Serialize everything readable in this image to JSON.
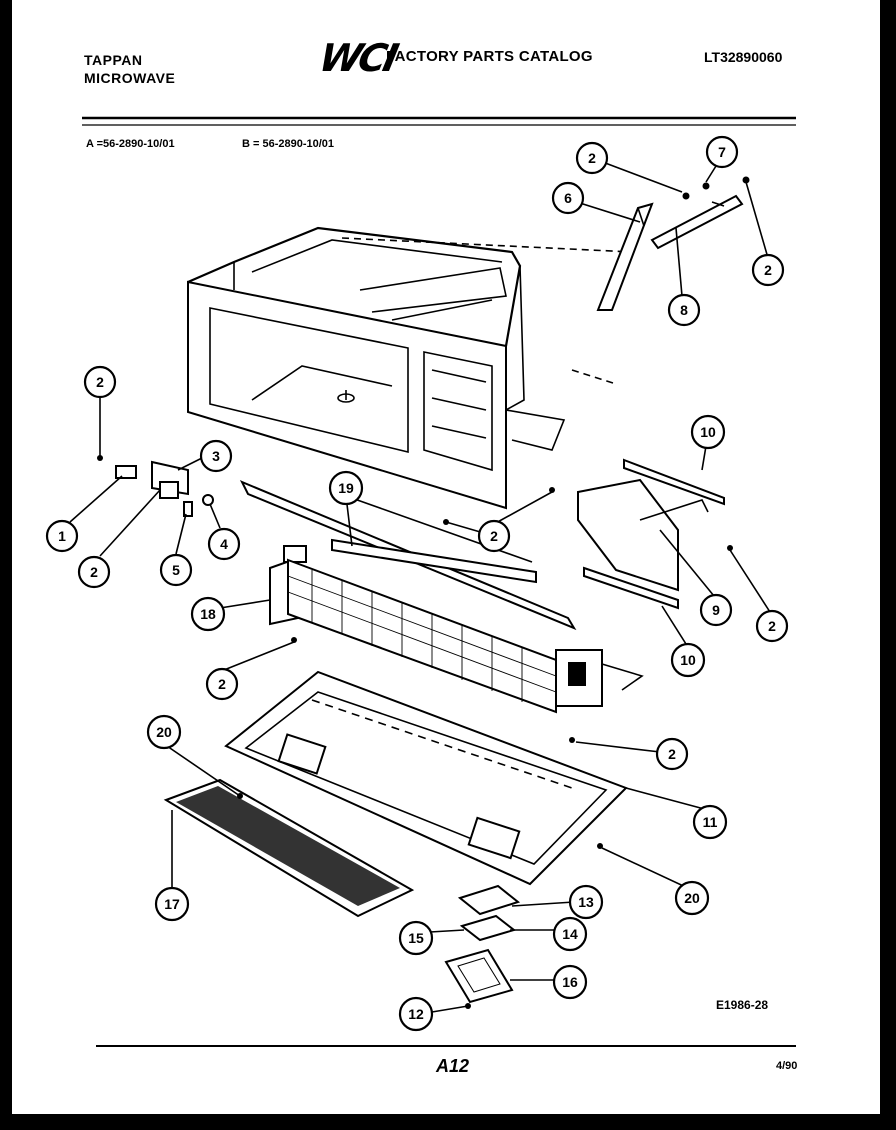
{
  "header": {
    "brand_line1": "TAPPAN",
    "brand_line2": "MICROWAVE",
    "logo": "WCI",
    "catalog_title": "FACTORY PARTS CATALOG",
    "catalog_number": "LT32890060"
  },
  "models": {
    "a": "A =56-2890-10/01",
    "b": "B = 56-2890-10/01"
  },
  "callouts": [
    {
      "id": "c-1",
      "label": "1"
    },
    {
      "id": "c-2a",
      "label": "2"
    },
    {
      "id": "c-2b",
      "label": "2"
    },
    {
      "id": "c-2c",
      "label": "2"
    },
    {
      "id": "c-2d",
      "label": "2"
    },
    {
      "id": "c-2e",
      "label": "2"
    },
    {
      "id": "c-2f",
      "label": "2"
    },
    {
      "id": "c-2g",
      "label": "2"
    },
    {
      "id": "c-2h",
      "label": "2"
    },
    {
      "id": "c-3",
      "label": "3"
    },
    {
      "id": "c-4",
      "label": "4"
    },
    {
      "id": "c-5",
      "label": "5"
    },
    {
      "id": "c-6",
      "label": "6"
    },
    {
      "id": "c-7",
      "label": "7"
    },
    {
      "id": "c-8",
      "label": "8"
    },
    {
      "id": "c-9",
      "label": "9"
    },
    {
      "id": "c-10a",
      "label": "10"
    },
    {
      "id": "c-10b",
      "label": "10"
    },
    {
      "id": "c-11",
      "label": "11"
    },
    {
      "id": "c-12",
      "label": "12"
    },
    {
      "id": "c-13",
      "label": "13"
    },
    {
      "id": "c-14",
      "label": "14"
    },
    {
      "id": "c-15",
      "label": "15"
    },
    {
      "id": "c-16",
      "label": "16"
    },
    {
      "id": "c-17",
      "label": "17"
    },
    {
      "id": "c-18",
      "label": "18"
    },
    {
      "id": "c-19",
      "label": "19"
    },
    {
      "id": "c-20a",
      "label": "20"
    },
    {
      "id": "c-20b",
      "label": "20"
    }
  ],
  "footer": {
    "diagram_code": "E1986-28",
    "page_number": "A12",
    "date_code": "4/90"
  }
}
